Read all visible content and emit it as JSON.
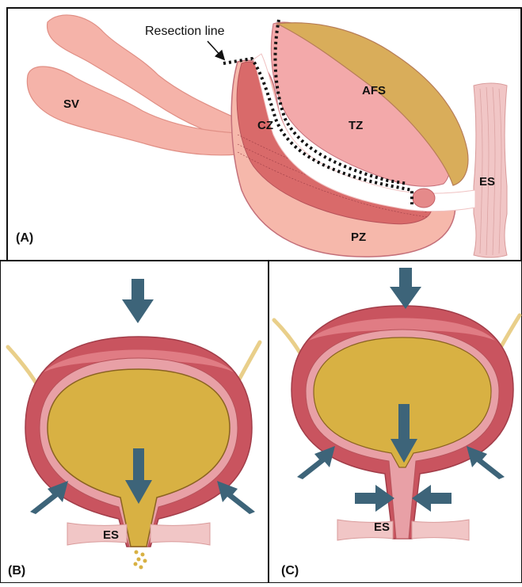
{
  "panels": {
    "a": {
      "letter": "(A)"
    },
    "b": {
      "letter": "(B)"
    },
    "c": {
      "letter": "(C)"
    }
  },
  "labels": {
    "resection_line": "Resection line",
    "sv": "SV",
    "cz": "CZ",
    "tz": "TZ",
    "afs": "AFS",
    "pz": "PZ",
    "es_a": "ES",
    "es_b": "ES",
    "es_c": "ES"
  },
  "colors": {
    "frame": "#111111",
    "sv_fill": "#f5b3a9",
    "pz_fill": "#f6b8ab",
    "cz_fill": "#d96a6a",
    "tz_fill": "#f3a9aa",
    "afs_fill": "#d9ad5a",
    "es_fill": "#f1c6c6",
    "bladder_wall": "#c9545f",
    "bladder_inner": "#d9ae48",
    "urine": "#d8b143",
    "arrow": "#3d6479",
    "ureter": "#e9cf8a"
  }
}
